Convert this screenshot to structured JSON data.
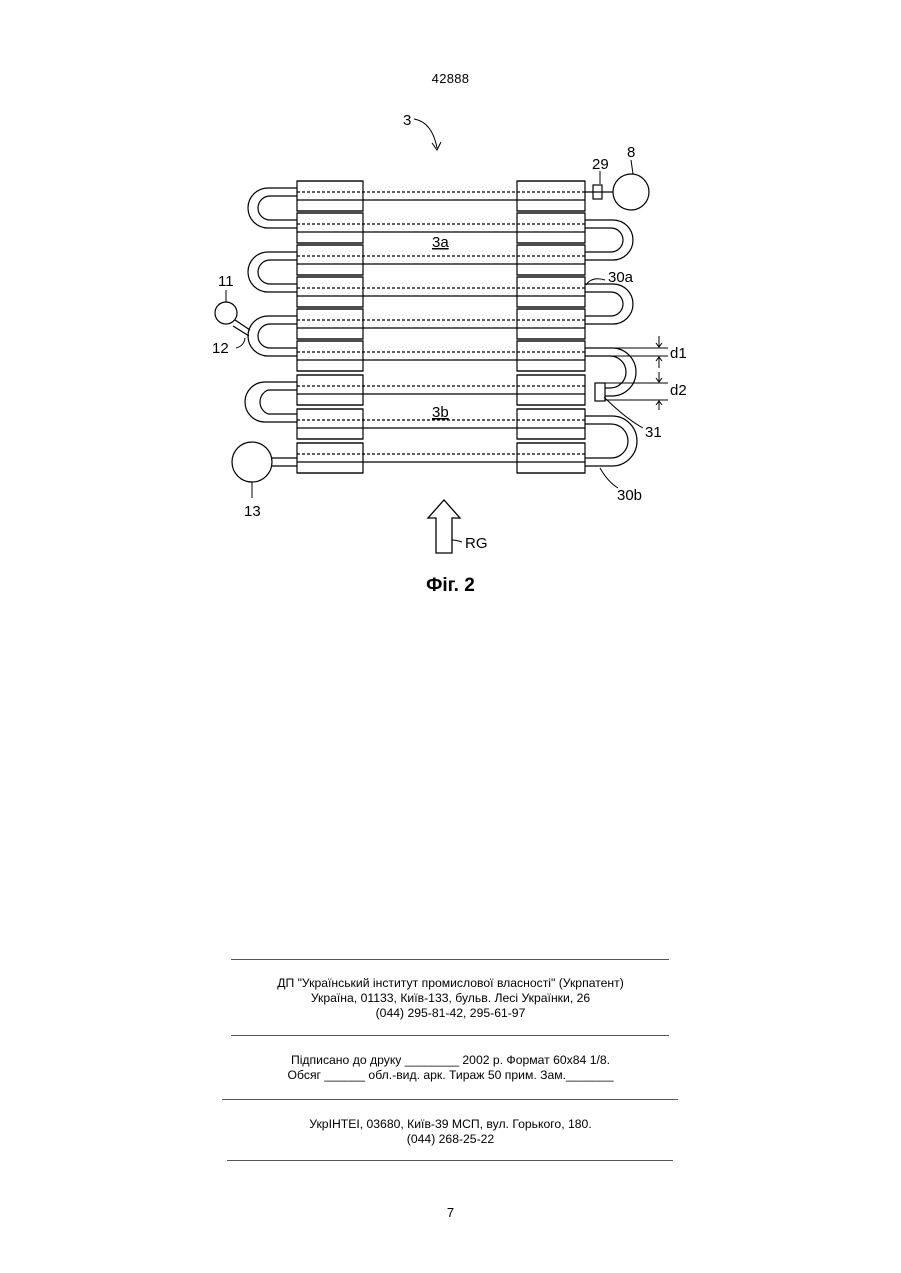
{
  "header": {
    "patent_number": "42888"
  },
  "figure": {
    "labels": {
      "l3": "3",
      "l8": "8",
      "l29": "29",
      "l3a": "3a",
      "l30a": "30a",
      "l11": "11",
      "l12": "12",
      "ld1": "d1",
      "ld2": "d2",
      "l3b": "3b",
      "l31": "31",
      "l13": "13",
      "l30b": "30b",
      "lRG": "RG"
    },
    "caption": "Фіг. 2"
  },
  "footer": {
    "block1": {
      "line1": "ДП \"Український інститут промислової власності\" (Укрпатент)",
      "line2": "Україна, 01133, Київ-133, бульв. Лесі Українки, 26",
      "line3": "(044) 295-81-42, 295-61-97"
    },
    "block2": {
      "line1": "Підписано до друку ________ 2002 р.    Формат 60х84 1/8.",
      "line2": "Обсяг ______ обл.-вид. арк.   Тираж 50 прим.    Зам._______"
    },
    "block3": {
      "line1": "УкрІНТЕІ, 03680, Київ-39 МСП, вул. Горького, 180.",
      "line2": "(044) 268-25-22"
    }
  },
  "page_number": "7"
}
